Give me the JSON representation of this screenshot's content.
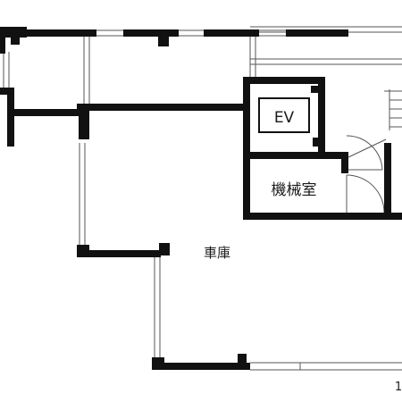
{
  "rooms": {
    "elevator": "EV",
    "machine_room": "機械室",
    "garage": "車庫"
  },
  "corner_mark": "1",
  "colors": {
    "wall": "#111111",
    "line": "#555555",
    "background": "#ffffff"
  }
}
